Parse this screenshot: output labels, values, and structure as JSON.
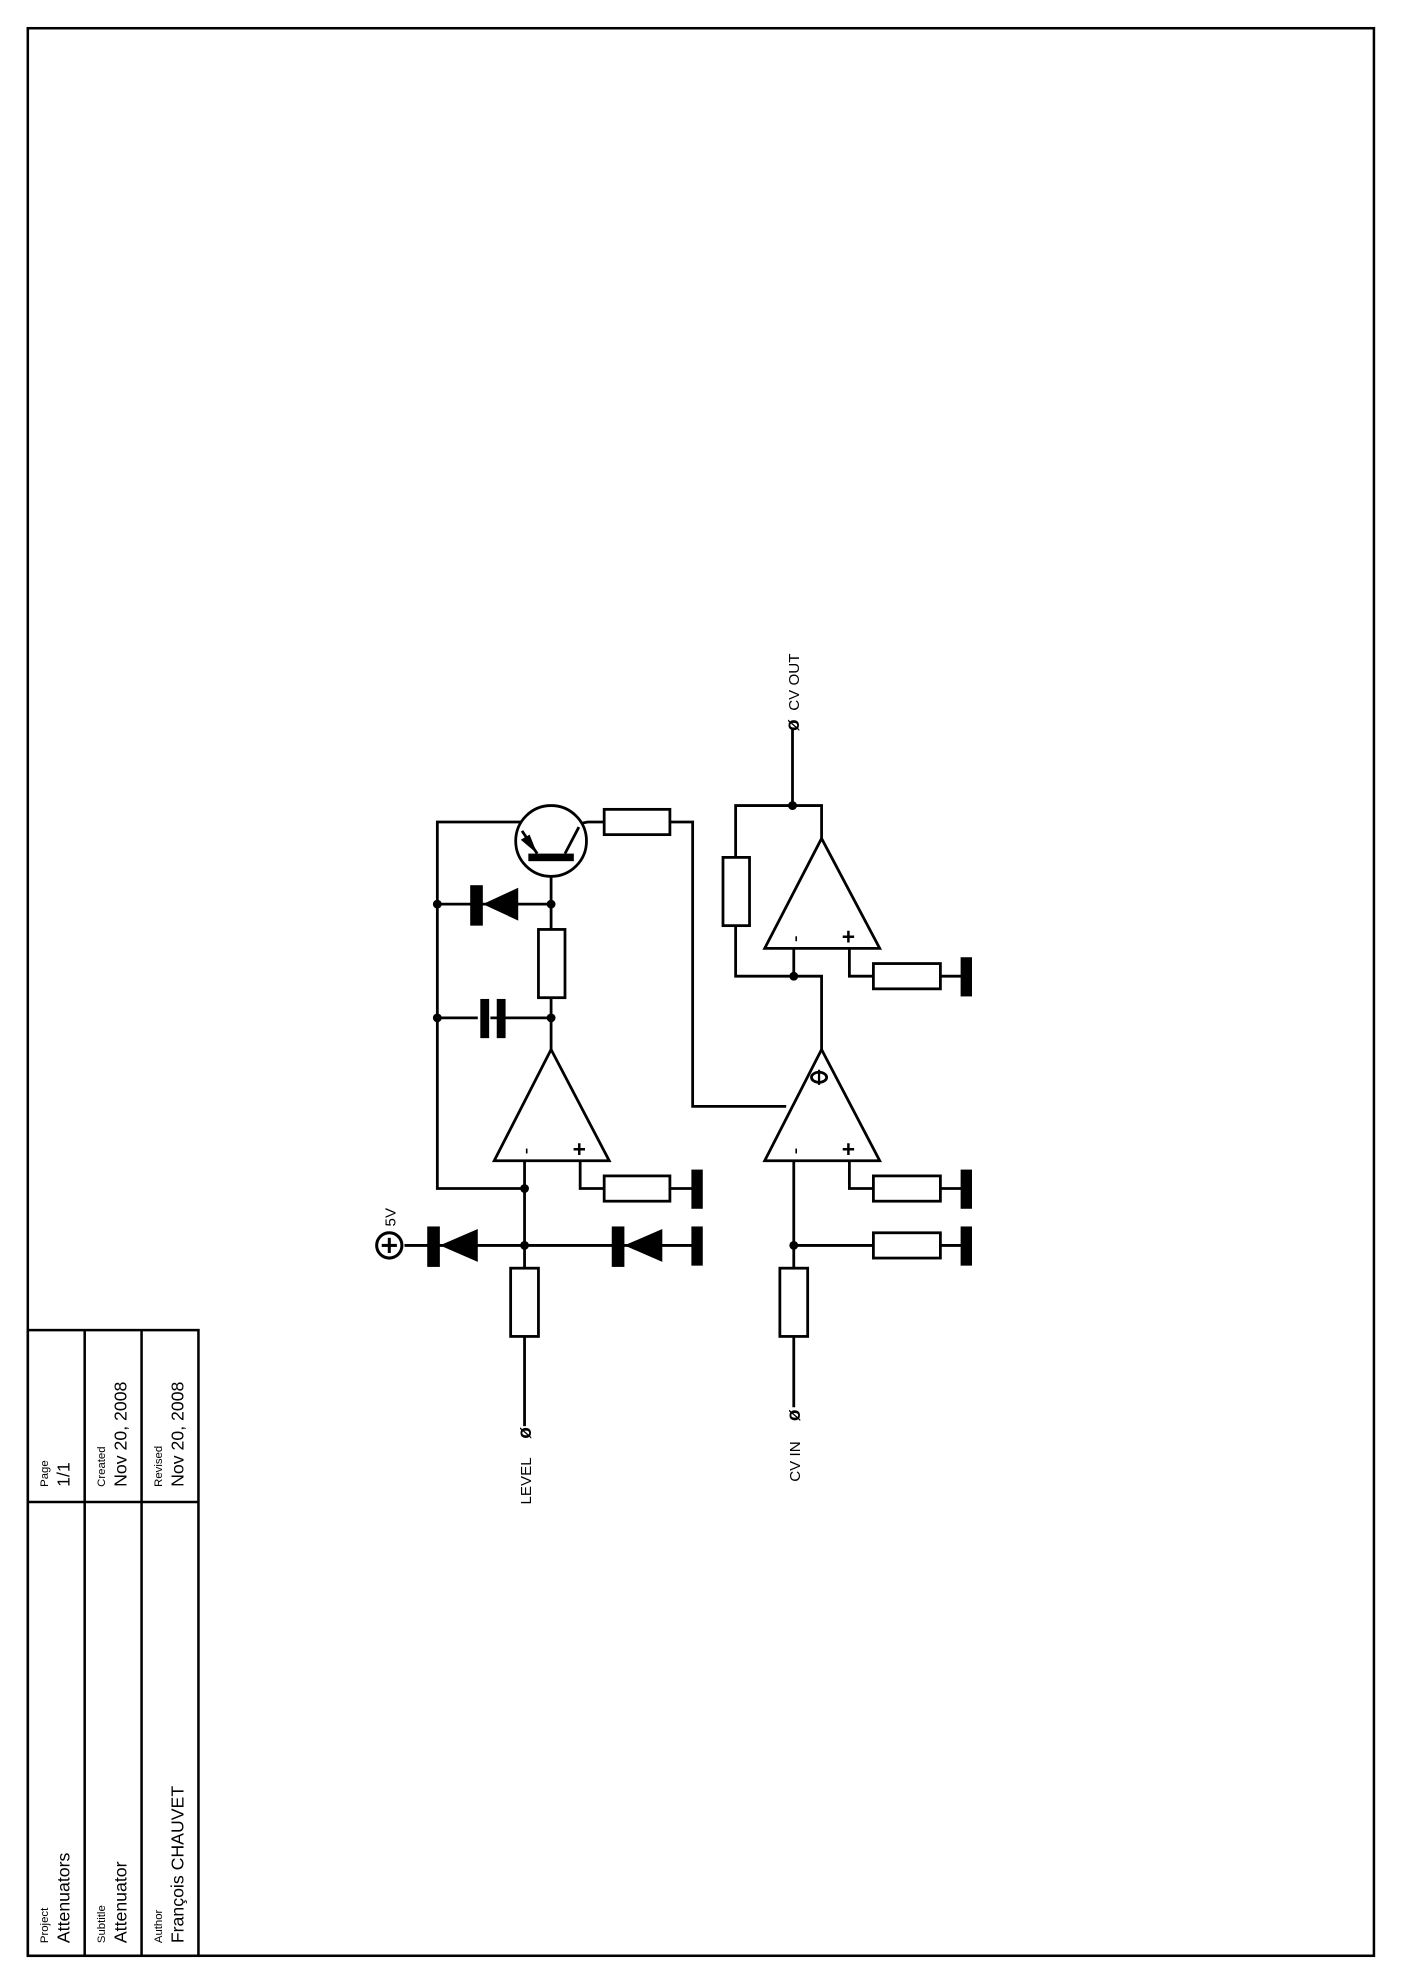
{
  "title_block": {
    "project_label": "Project",
    "project_value": "Attenuators",
    "page_label": "Page",
    "page_value": "1/1",
    "subtitle_label": "Subtitle",
    "subtitle_value": "Attenuator",
    "created_label": "Created",
    "created_value": "Nov 20, 2008",
    "author_label": "Author",
    "author_value": "François CHAUVET",
    "revised_label": "Revised",
    "revised_value": "Nov 20, 2008"
  },
  "schematic": {
    "supply_label": "5V",
    "level_label": "LEVEL",
    "cv_in_label": "CV IN",
    "cv_out_label": "CV OUT",
    "minus_sign": "-",
    "plus_sign": "+"
  }
}
